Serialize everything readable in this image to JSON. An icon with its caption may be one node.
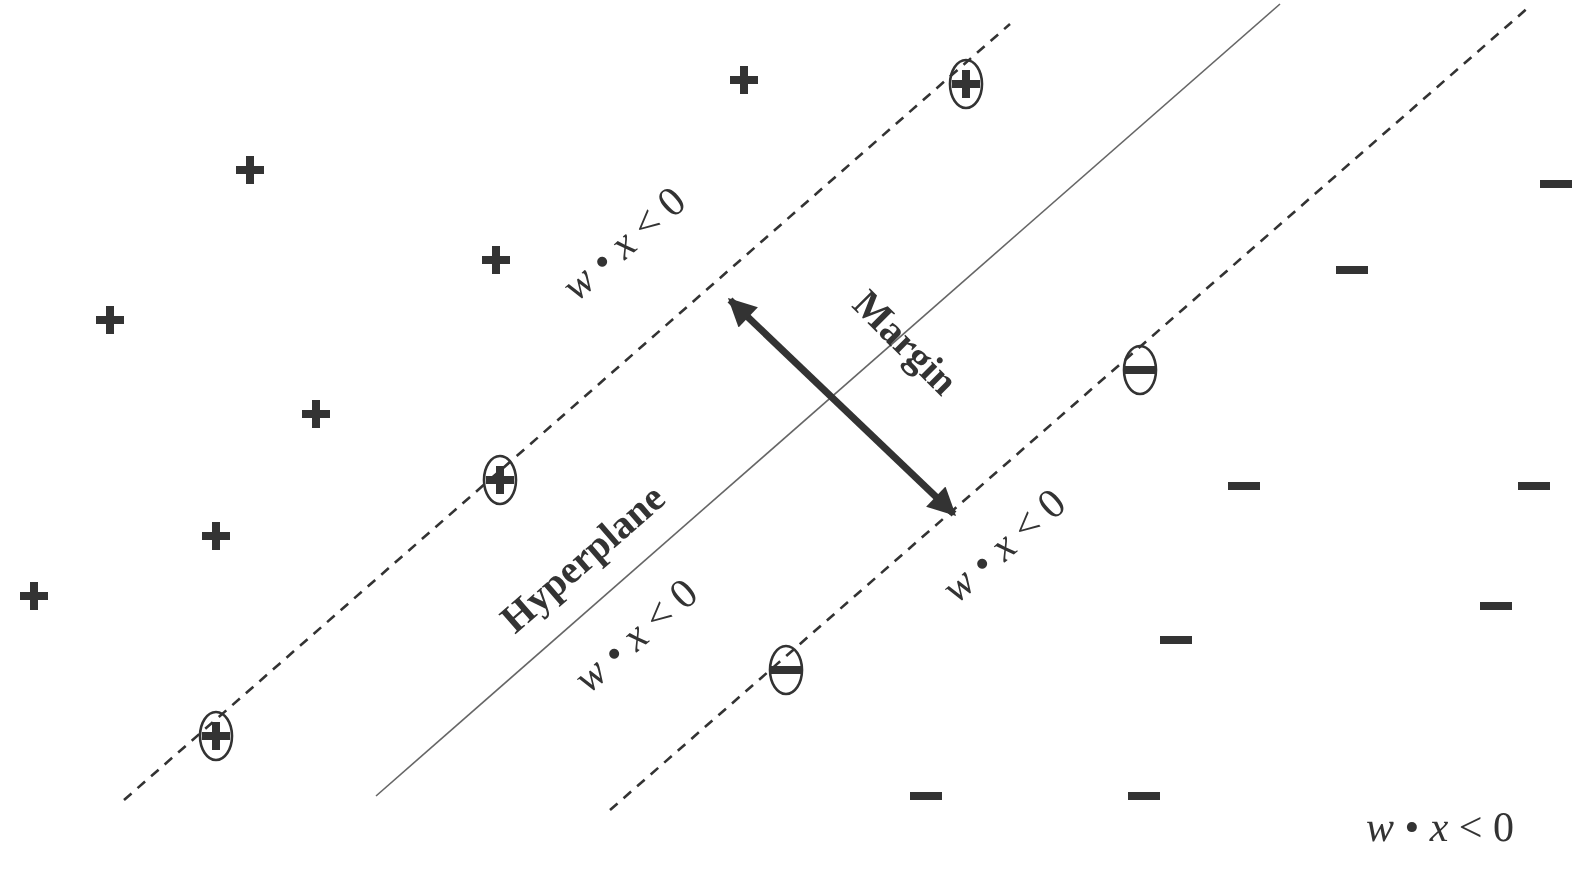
{
  "diagram": {
    "labels": [
      "*w* • *x* < 0",
      "Margin",
      "Hyperplane",
      "*w* • *x* < 0",
      "*w* • *x* < 0",
      "*w* • *x* < 0"
    ]
  }
}
